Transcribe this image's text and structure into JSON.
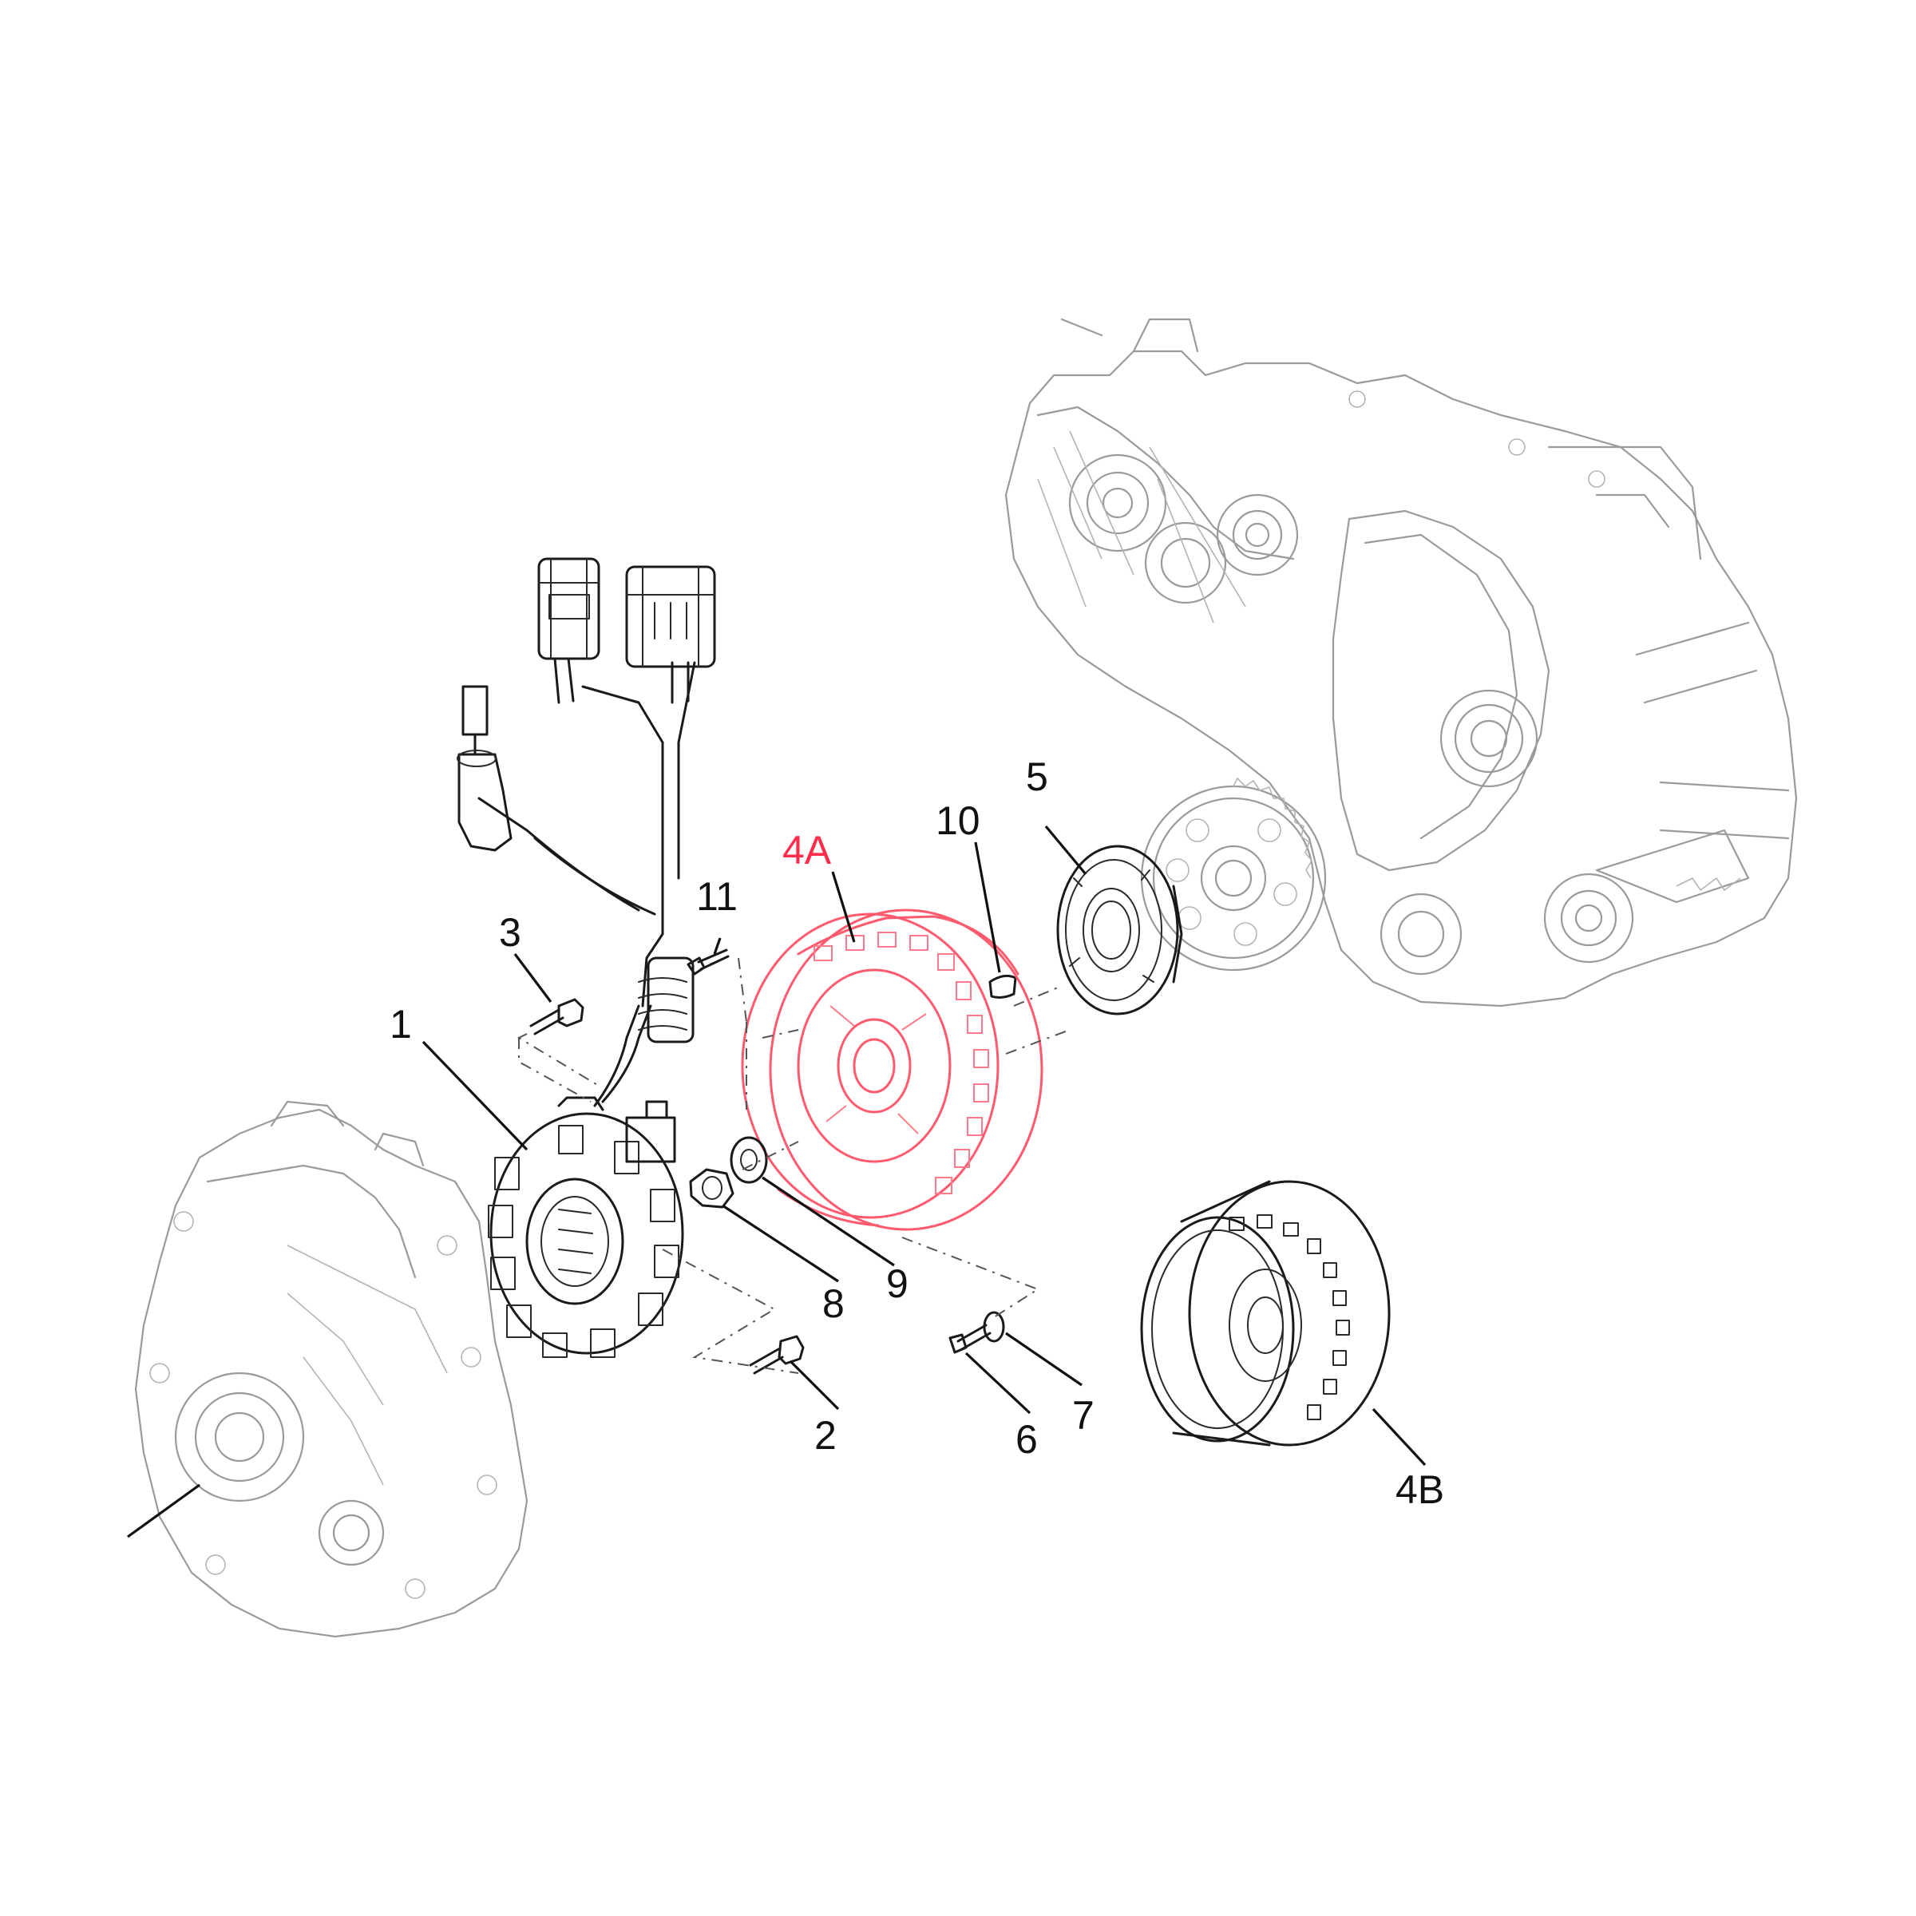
{
  "labels": {
    "c1": "1",
    "c2": "2",
    "c3": "3",
    "c4a": "4A",
    "c4b": "4B",
    "c5": "5",
    "c6": "6",
    "c7": "7",
    "c8": "8",
    "c9": "9",
    "c10": "10",
    "c11": "11"
  },
  "colors": {
    "highlight": "#ff2d4b",
    "line": "#1a1a1a",
    "ghost": "#9a9a9a"
  }
}
